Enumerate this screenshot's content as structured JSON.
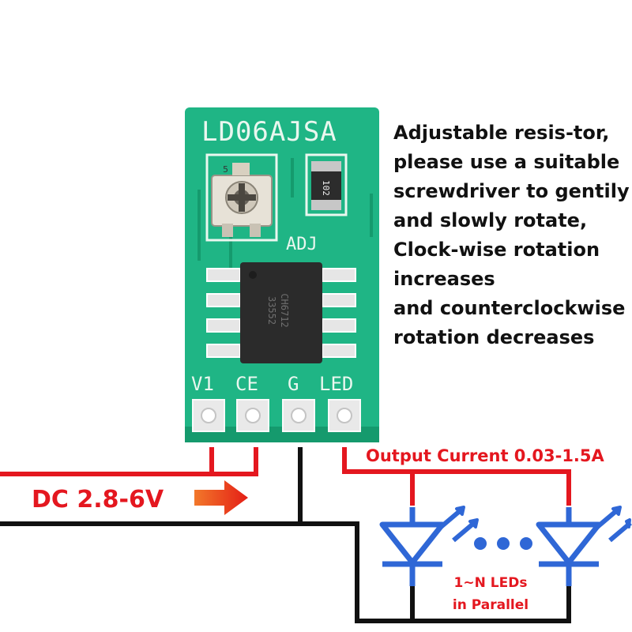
{
  "board": {
    "model_label": "LD06AJSA",
    "resistor_code": "102",
    "adj_label": "ADJ",
    "chip_lines": [
      "CH6712",
      "33552"
    ],
    "pin_labels": [
      "V1",
      "CE",
      "G",
      "LED"
    ],
    "pot_mark": "5",
    "colors": {
      "pcb": "#1fb585",
      "pcb_dark": "#0f8a5c",
      "silk": "#eaf7ef"
    }
  },
  "description": {
    "lines": [
      "Adjustable resis-tor,",
      "please use a suitable",
      "screwdriver to gentily",
      "and slowly rotate,",
      "Clock-wise rotation",
      "increases",
      "and counterclockwise",
      "rotation decreases"
    ]
  },
  "input": {
    "voltage_label": "DC 2.8-6V"
  },
  "output": {
    "current_label": "Output Current 0.03-1.5A"
  },
  "leds": {
    "label_lines": [
      "1~N LEDs",
      "in Parallel"
    ]
  },
  "colors": {
    "red_wire": "#e4171f",
    "black_wire": "#111111",
    "led_blue": "#2f67d6",
    "arrow": "#f04a1a"
  }
}
